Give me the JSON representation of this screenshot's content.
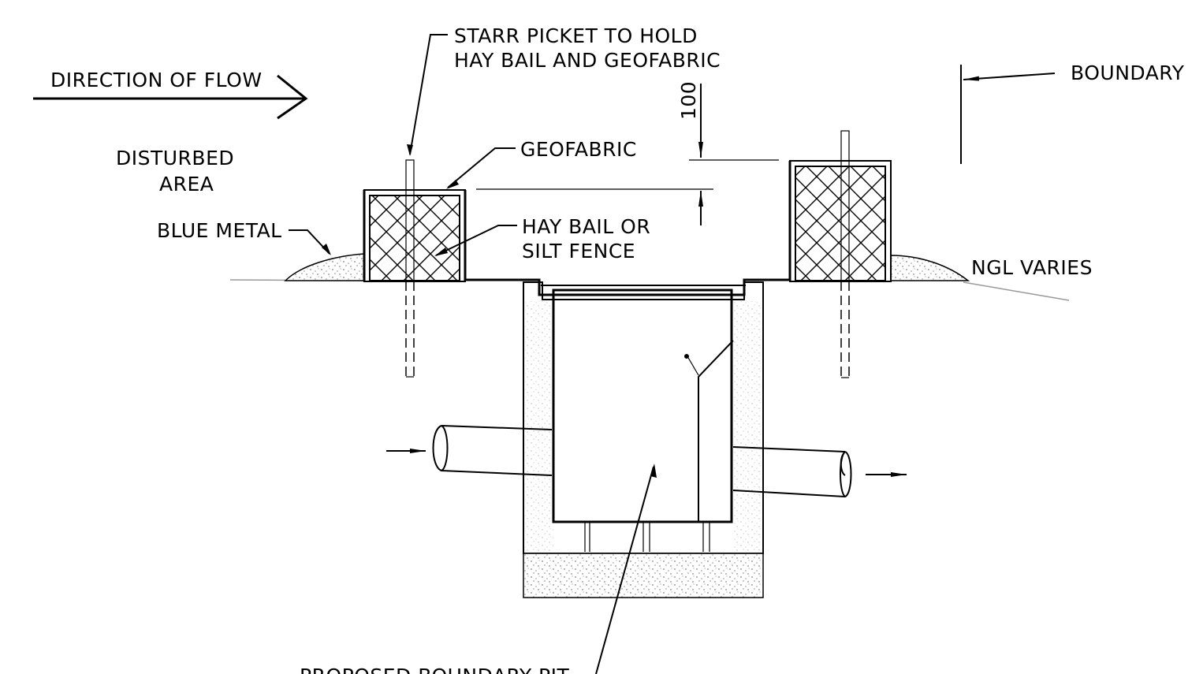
{
  "labels": {
    "direction_of_flow": "DIRECTION OF FLOW",
    "starr_picket_line1": "STARR PICKET TO HOLD",
    "starr_picket_line2": "HAY BAIL AND GEOFABRIC",
    "boundary": "BOUNDARY",
    "dimension_100": "100",
    "disturbed_area_line1": "DISTURBED",
    "disturbed_area_line2": "AREA",
    "geofabric": "GEOFABRIC",
    "blue_metal": "BLUE METAL",
    "hay_bail_line1": "HAY BAIL OR",
    "hay_bail_line2": "SILT FENCE",
    "ngl_varies": "NGL VARIES",
    "proposed_boundary_pit": "PROPOSED BOUNDARY PIT"
  }
}
